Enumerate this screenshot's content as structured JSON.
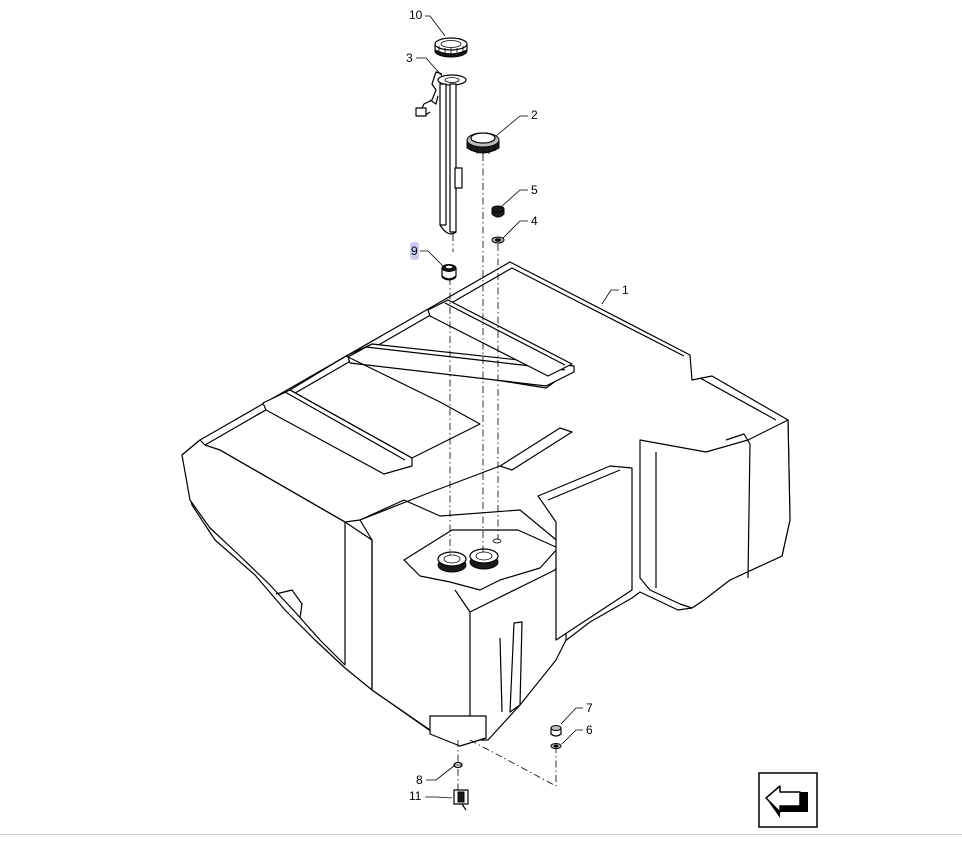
{
  "callouts": {
    "c1": "1",
    "c2": "2",
    "c3": "3",
    "c4": "4",
    "c5": "5",
    "c6": "6",
    "c7": "7",
    "c8": "8",
    "c9": "9",
    "c10": "10",
    "c11": "11"
  },
  "highlight": {
    "selected_callout": "9",
    "color": "#c9ccf2"
  },
  "nav": {
    "icon": "arrow-back-icon"
  }
}
